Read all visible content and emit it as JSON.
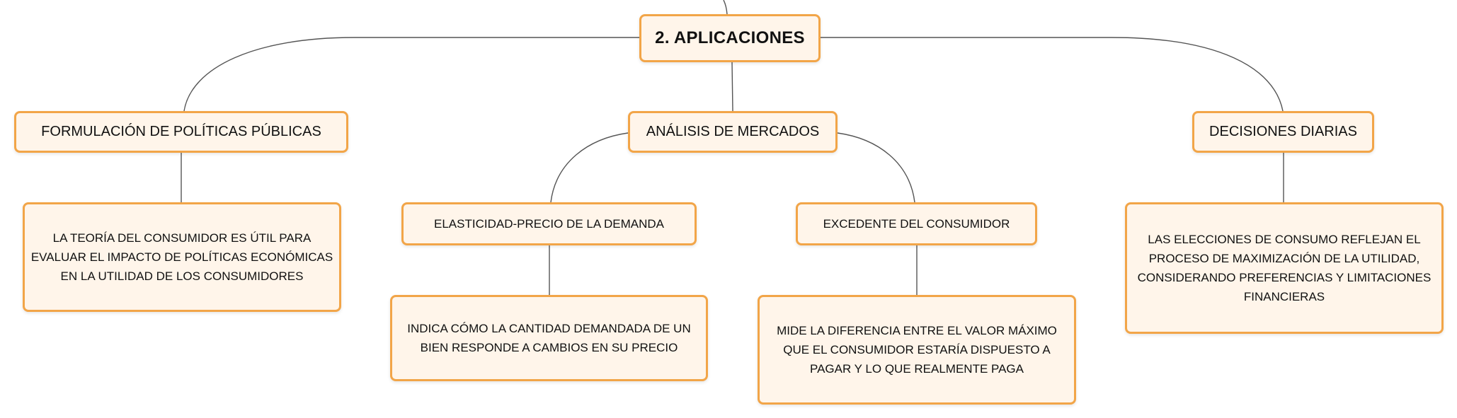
{
  "diagram": {
    "root": {
      "label": "2. APLICACIONES"
    },
    "branches": [
      {
        "label": "FORMULACIÓN DE POLÍTICAS PÚBLICAS",
        "description": "LA TEORÍA DEL CONSUMIDOR ES ÚTIL PARA EVALUAR EL IMPACTO DE POLÍTICAS ECONÓMICAS EN LA UTILIDAD DE LOS CONSUMIDORES"
      },
      {
        "label": "ANÁLISIS DE MERCADOS",
        "children": [
          {
            "label": "ELASTICIDAD-PRECIO DE LA DEMANDA",
            "description": "INDICA CÓMO LA CANTIDAD DEMANDADA DE UN BIEN RESPONDE A CAMBIOS EN SU PRECIO"
          },
          {
            "label": "EXCEDENTE DEL CONSUMIDOR",
            "description": "MIDE LA DIFERENCIA ENTRE EL VALOR MÁXIMO QUE EL CONSUMIDOR ESTARÍA DISPUESTO A PAGAR Y LO QUE REALMENTE PAGA"
          }
        ]
      },
      {
        "label": "DECISIONES DIARIAS",
        "description": "LAS ELECCIONES DE CONSUMO REFLEJAN EL PROCESO DE MAXIMIZACIÓN DE LA UTILIDAD, CONSIDERANDO PREFERENCIAS Y LIMITACIONES FINANCIERAS"
      }
    ]
  },
  "colors": {
    "node_border": "#f2a548",
    "node_fill": "#fff5ea",
    "connector": "#555555",
    "text": "#111111"
  }
}
